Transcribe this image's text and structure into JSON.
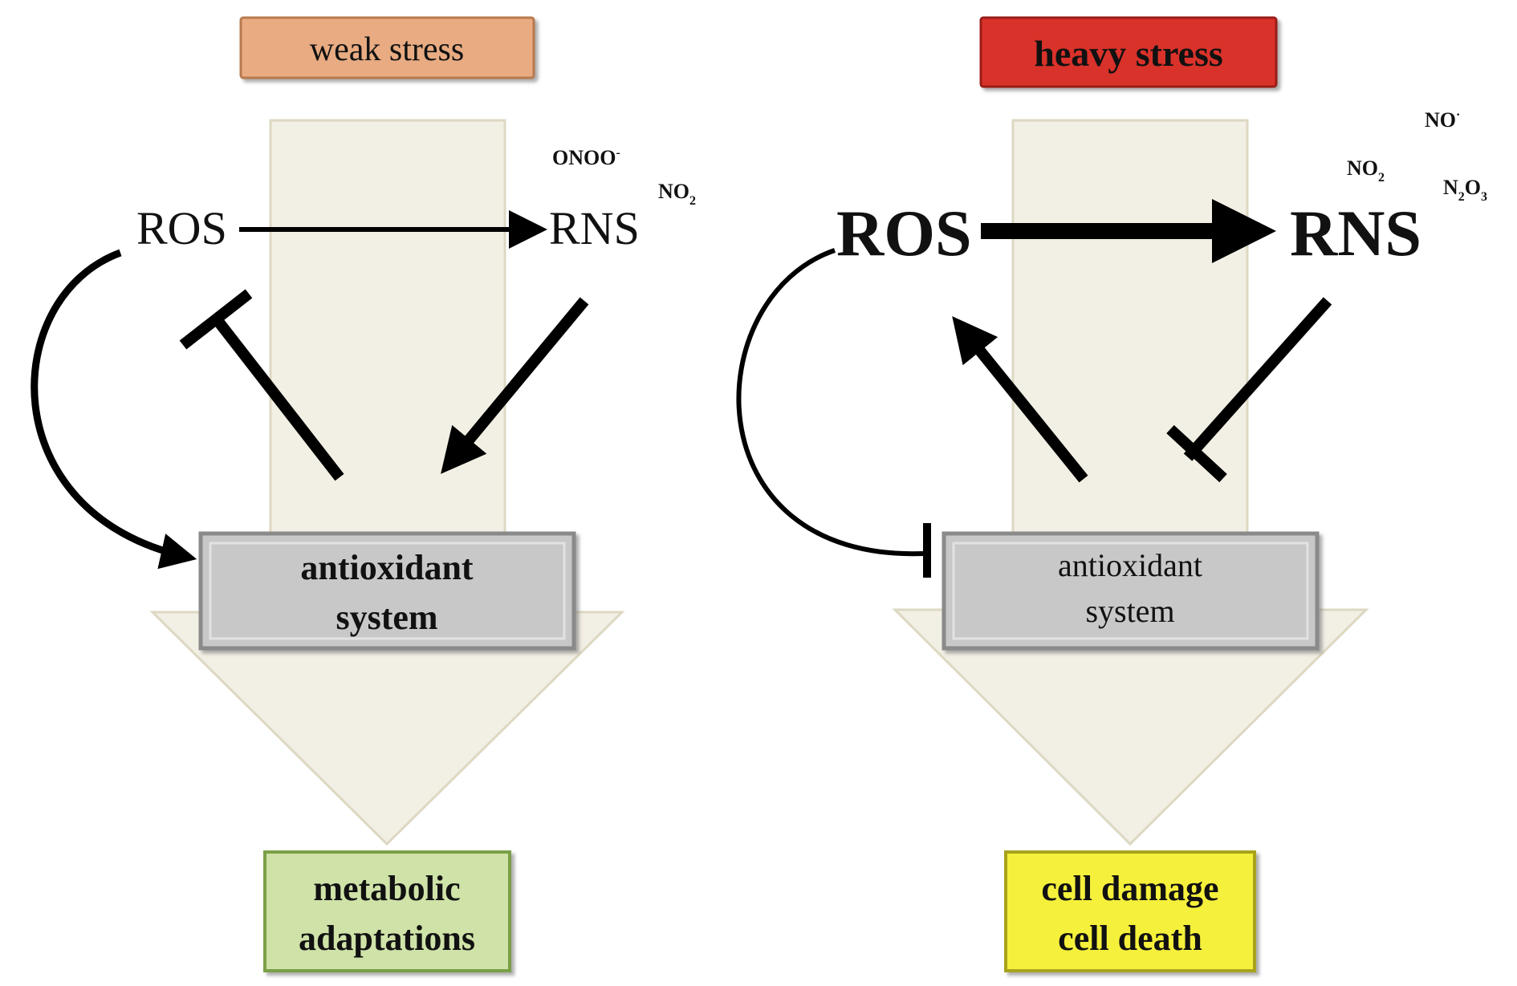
{
  "left": {
    "stress_label": "weak stress",
    "stress_color": "#e8ab82",
    "ros": "ROS",
    "rns": "RNS",
    "species": [
      {
        "base": "ONOO",
        "sup": "-"
      },
      {
        "base": "NO",
        "sub": "2"
      }
    ],
    "box_line1": "antioxidant",
    "box_line2": "system",
    "outcome_line1": "metabolic",
    "outcome_line2": "adaptations",
    "outcome_color": "#cfe2a8"
  },
  "right": {
    "stress_label": "heavy stress",
    "stress_color": "#d9332b",
    "ros": "ROS",
    "rns": "RNS",
    "species": [
      {
        "base": "NO",
        "sup": "·"
      },
      {
        "base": "NO",
        "sub": "2"
      },
      {
        "base": "N",
        "sub": "2",
        "base2": "O",
        "sub2": "3"
      }
    ],
    "box_line1": "antioxidant",
    "box_line2": "system",
    "outcome_line1": "cell damage",
    "outcome_line2": "cell death",
    "outcome_color": "#f5f03a"
  },
  "colors": {
    "shaft": "#f2efe4",
    "shaft_border": "#ddd8c2",
    "box_fill": "#c8c8c8",
    "box_border": "#8a8a8a",
    "arrow": "#000000"
  }
}
